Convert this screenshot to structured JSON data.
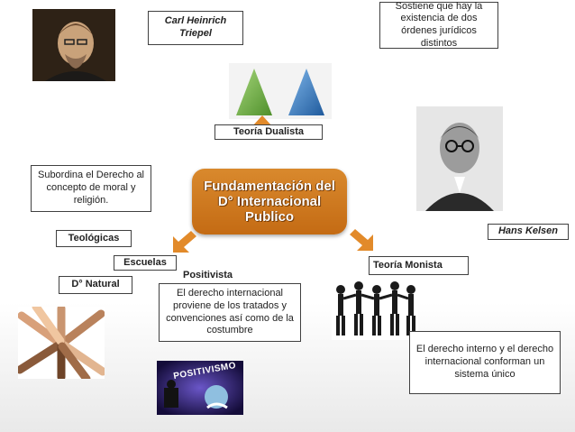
{
  "center_title": "Fundamentación del D° Internacional Publico",
  "triepel_name": "Carl Heinrich Triepel",
  "dualista_quote": "Sostiene que hay la existencia de dos órdenes jurídicos distintos",
  "teoria_dualista": "Teoría Dualista",
  "subordina": "Subordina el Derecho al concepto de moral y religión.",
  "teologicas": "Teológicas",
  "escuelas": "Escuelas",
  "natural": "D° Natural",
  "positivista": "Positivista",
  "positivista_text": "El derecho internacional proviene de los tratados y convenciones así como de la costumbre",
  "positivismo_image_text": "POSITIVISMO",
  "kelsen_name": "Hans Kelsen",
  "teoria_monista": "Teoría Monista",
  "monista_text": "El derecho interno y el derecho internacional conforman un sistema único",
  "colors": {
    "accent_orange": "#c46b14",
    "triangle_green": "#76b94a",
    "triangle_blue": "#3f7fc1",
    "border": "#404040"
  }
}
